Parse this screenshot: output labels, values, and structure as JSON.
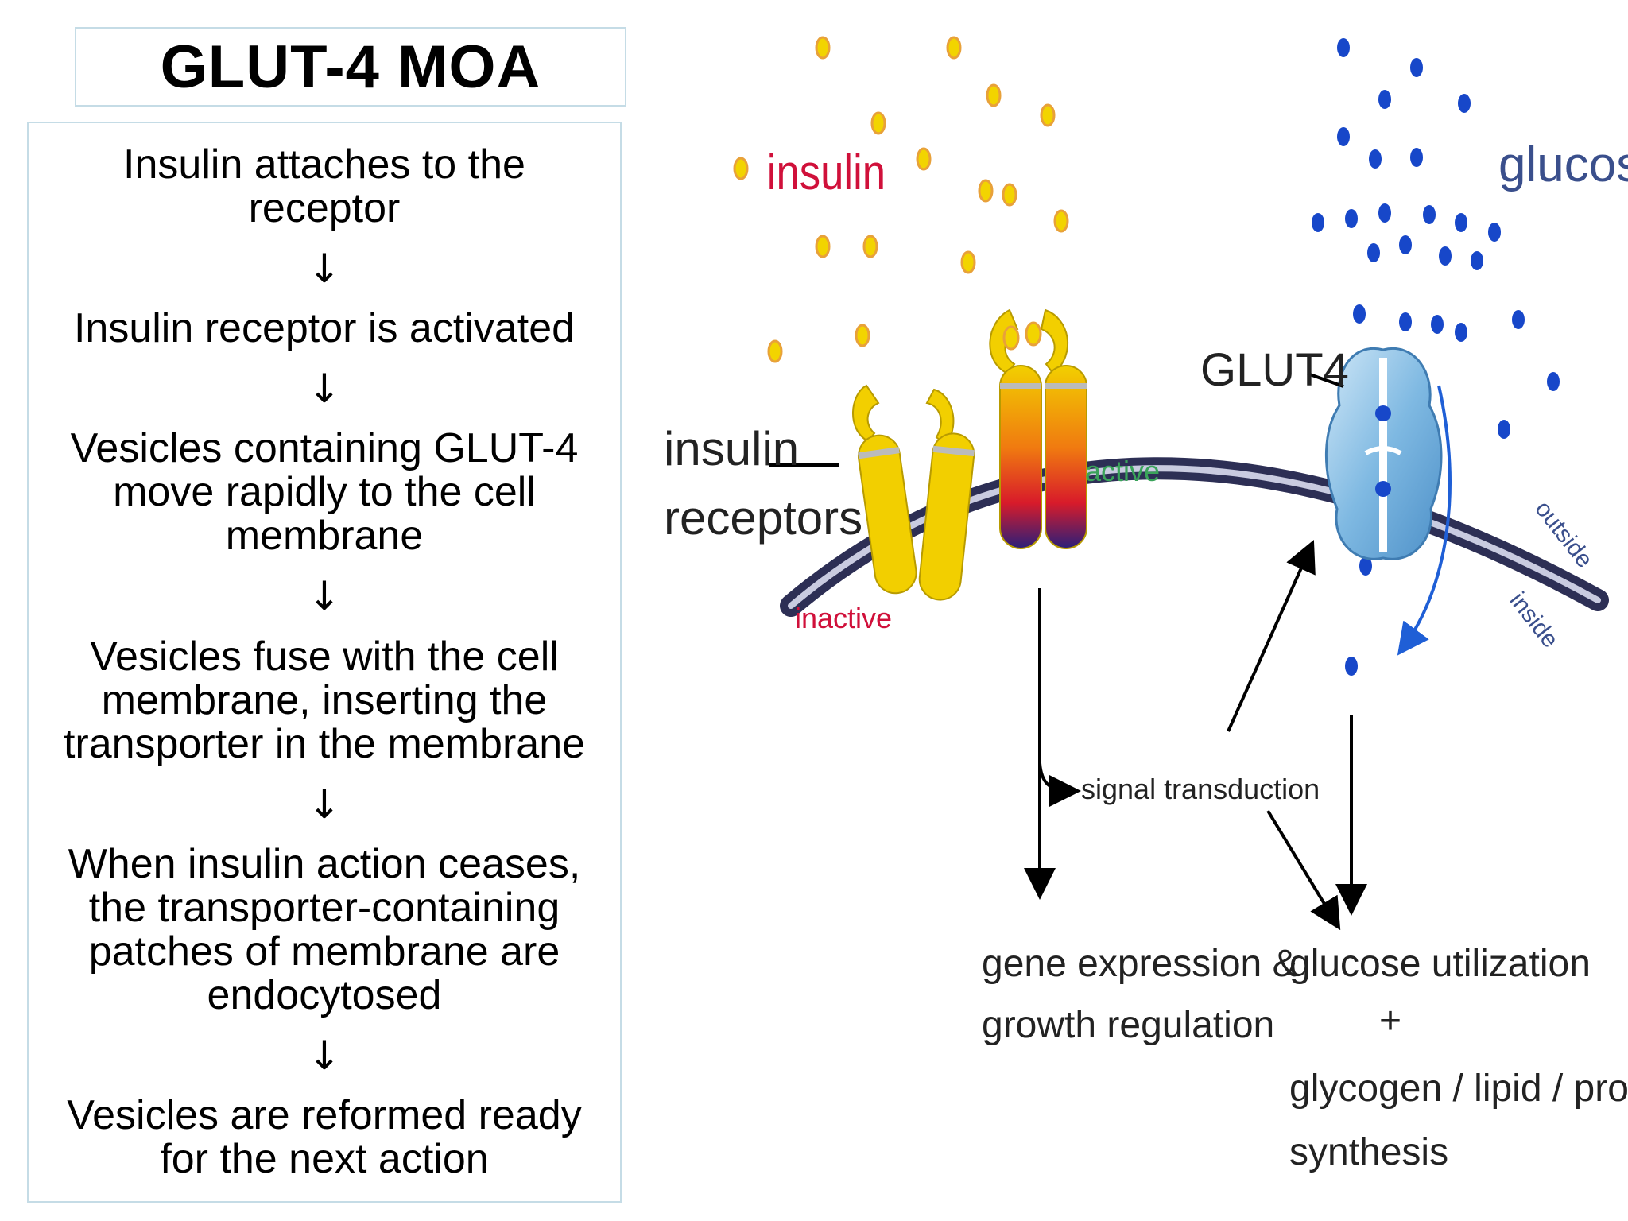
{
  "title": "GLUT-4 MOA",
  "steps": [
    "Insulin attaches to the receptor",
    "Insulin receptor is activated",
    "Vesicles containing GLUT-4 move rapidly to the cell membrane",
    "Vesicles fuse with the cell membrane, inserting the transporter in the membrane",
    "When insulin action ceases, the transporter-containing patches of membrane are endocytosed",
    "Vesicles are reformed ready for the next action"
  ],
  "arrow_glyph": "↓",
  "diagram": {
    "label_insulin": "insulin",
    "label_glucose": "glucose",
    "label_glut4": "GLUT4",
    "label_insulin_receptors_line1": "insulin",
    "label_insulin_receptors_line2": "receptors",
    "label_inactive": "inactive",
    "label_active": "active",
    "label_outside": "outside",
    "label_inside": "inside",
    "label_signal_transduction": "signal transduction",
    "label_gene_line1": "gene expression &",
    "label_gene_line2": "growth regulation",
    "label_glucose_util": "glucose utilization",
    "label_plus": "+",
    "label_synthesis_line1": "glycogen / lipid / protein",
    "label_synthesis_line2": "synthesis"
  },
  "colors": {
    "insulin_dot": "#f2d400",
    "insulin_dot_stroke": "#e8a13a",
    "insulin_text": "#d0103a",
    "glucose_dot": "#1747c9",
    "glucose_text": "#3a4f8c",
    "receptor": "#f2cf00",
    "membrane": "#2d2f55",
    "glut4": "#8fc3e6",
    "active_text": "#3aa35a",
    "arrow_blue": "#1f5fd6"
  }
}
